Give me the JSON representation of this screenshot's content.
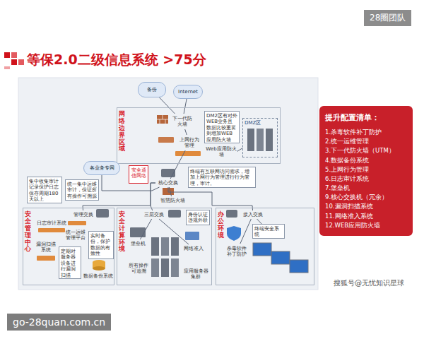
{
  "diagram": {
    "title": "等保2.0二级信息系统 >75分",
    "nodes": [
      {
        "text": [
          "网络边界区域"
        ]
      },
      {
        "text": [
          "备份"
        ]
      },
      {
        "text": [
          "Internet"
        ]
      },
      {
        "text": [
          "DM2区有对外WEB业务且数据比较重要则增加WEB应用防火墙"
        ],
        "in": 0
      },
      {
        "text": [
          "下一代防火墙"
        ],
        "in": 0
      },
      {
        "text": [
          "上网行为管理"
        ],
        "in": 0
      },
      {
        "text": [
          "Web应用防火墙"
        ],
        "in": 0
      },
      {
        "text": [
          "DMZ区"
        ],
        "in": 0
      },
      {
        "text": [
          "各业务专网"
        ]
      },
      {
        "text": [
          "安全通信网络"
        ]
      },
      {
        "text": [
          "核心交换"
        ]
      },
      {
        "text": [
          "终端有互联网访问需求，增加上网行为管理进行行为管理，审计。"
        ]
      },
      {
        "text": [
          "智慧防火墙"
        ]
      },
      {
        "text": [
          "集中收集审计记录保护日志保存周期180天以上"
        ]
      },
      {
        "text": [
          "统一集中运维审计，保证所有操作可溯源"
        ]
      },
      {
        "text": [
          "安全管理中心"
        ]
      },
      {
        "text": [
          "管理交换"
        ],
        "in": 15
      },
      {
        "text": [
          "日志审计系统"
        ],
        "in": 15
      },
      {
        "text": [
          "统一运维管理平台"
        ],
        "in": 15
      },
      {
        "text": [
          "漏洞扫描系统"
        ],
        "in": 15
      },
      {
        "text": [
          "定期对服务器设备进行漏洞扫描"
        ],
        "in": 15
      },
      {
        "text": [
          "实时备份，保护数据的有效性"
        ],
        "in": 15
      },
      {
        "text": [
          "数据备份系统"
        ],
        "in": 15
      },
      {
        "text": [
          "安全计算环境"
        ]
      },
      {
        "text": [
          "三层交换"
        ],
        "in": 23
      },
      {
        "text": [
          "身份认证违规外联"
        ],
        "in": 23
      },
      {
        "text": [
          "堡垒机"
        ],
        "in": 23
      },
      {
        "text": [
          "网络准入"
        ],
        "in": 23
      },
      {
        "text": [
          "所有操作可追溯"
        ],
        "in": 23
      },
      {
        "text": [
          "应用服务器集群"
        ],
        "in": 23
      },
      {
        "text": [
          "办公环境"
        ]
      },
      {
        "text": [
          "接入交换"
        ],
        "in": 30
      },
      {
        "text": [
          "终端安全系统"
        ],
        "in": 30
      },
      {
        "text": [
          "杀毒软件补丁防护"
        ],
        "in": 30
      },
      {
        "text": [
          "提升配置清单：",
          "1.杀毒软件补丁防护",
          "2.统一运维管理",
          "3.下一代防火墙（UTM）",
          "4.数据备份系统",
          "5.上网行为管理",
          "6.日志审计系统",
          "7.堡垒机",
          "9.核心交换机（冗余）",
          "10.漏洞扫描系统",
          "11.网络准入系统",
          "12.WEB应用防火墙"
        ]
      }
    ],
    "edges": [
      {
        "from": 2,
        "to": 4,
        "arrow": "none"
      },
      {
        "from": 1,
        "to": 4,
        "arrow": "none"
      },
      {
        "from": 4,
        "to": 5,
        "arrow": "none"
      },
      {
        "from": 6,
        "to": 7,
        "arrow": "none"
      },
      {
        "from": 5,
        "to": 10,
        "arrow": "none"
      },
      {
        "from": 8,
        "to": 10,
        "arrow": "none"
      },
      {
        "from": 10,
        "to": 12,
        "arrow": "none"
      },
      {
        "from": 10,
        "to": 16,
        "arrow": "none"
      },
      {
        "from": 10,
        "to": 24,
        "arrow": "none"
      },
      {
        "from": 10,
        "to": 31,
        "arrow": "none"
      },
      {
        "from": 24,
        "to": 26,
        "arrow": "none"
      },
      {
        "from": 24,
        "to": 27,
        "arrow": "none"
      },
      {
        "from": 31,
        "to": 32,
        "arrow": "none"
      },
      {
        "from": 31,
        "to": 33,
        "arrow": "none"
      }
    ],
    "labels": [
      "28圈团队",
      "go-28quan.com.cn",
      "搜狐号@无忧知识星球"
    ]
  }
}
